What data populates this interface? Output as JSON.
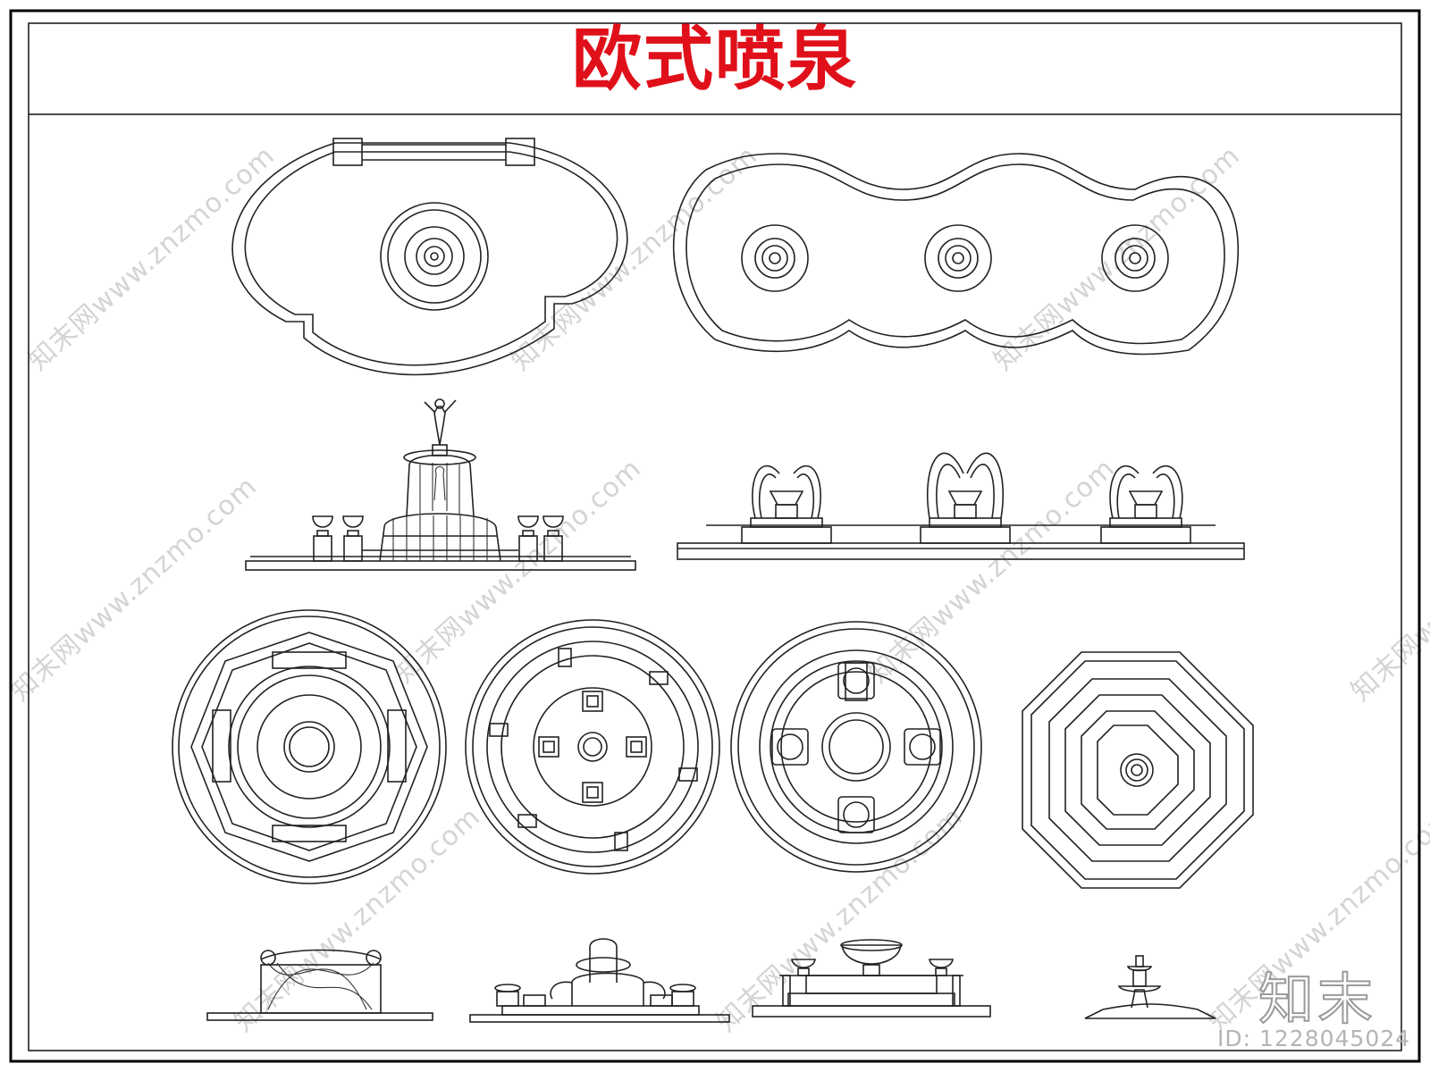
{
  "title": "欧式喷泉",
  "watermark": {
    "text": "知末网www.znzmo.com",
    "color": "#d4d4d4"
  },
  "brand": {
    "logo_text": "知末",
    "id_text": "ID: 1228045024"
  },
  "colors": {
    "title": "#e0101a",
    "line": "#222222",
    "background": "#ffffff"
  }
}
